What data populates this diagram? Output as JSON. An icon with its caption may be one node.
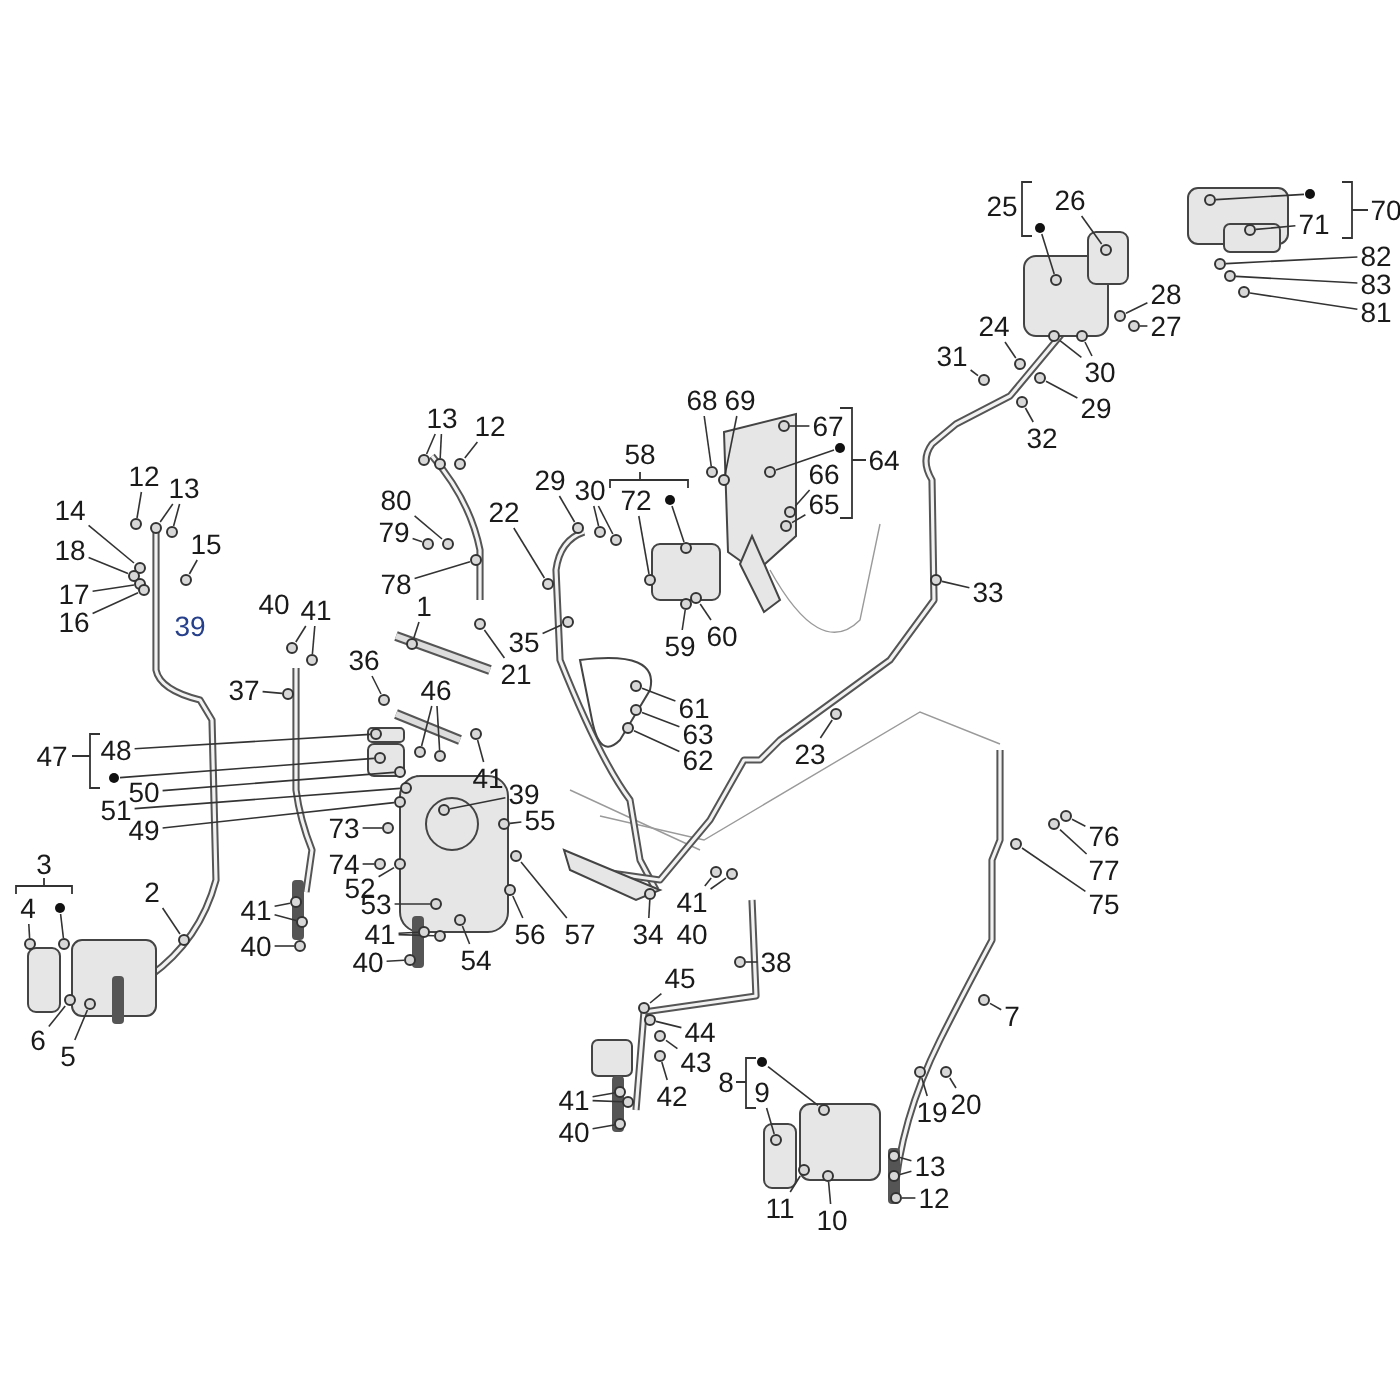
{
  "diagram": {
    "nodes": [
      {
        "text": [
          "12"
        ]
      },
      {
        "text": [
          "13"
        ]
      },
      {
        "text": [
          "14"
        ]
      },
      {
        "text": [
          "15"
        ]
      },
      {
        "text": [
          "18"
        ]
      },
      {
        "text": [
          "17"
        ]
      },
      {
        "text": [
          "16"
        ]
      },
      {
        "text": [
          "41"
        ]
      },
      {
        "text": [
          "1"
        ]
      },
      {
        "text": [
          "37"
        ]
      },
      {
        "text": [
          "36"
        ]
      },
      {
        "text": [
          "46"
        ]
      },
      {
        "text": [
          "47"
        ]
      },
      {
        "text": [
          "48"
        ]
      },
      {
        "text": [],
        "shape": "circle"
      },
      {
        "text": [
          "50"
        ]
      },
      {
        "text": [
          "51"
        ]
      },
      {
        "text": [
          "49"
        ]
      },
      {
        "text": [
          "73"
        ]
      },
      {
        "text": [
          "74"
        ]
      },
      {
        "text": [
          "52"
        ]
      },
      {
        "text": [
          "3"
        ]
      },
      {
        "text": [
          "4"
        ]
      },
      {
        "text": [],
        "shape": "circle"
      },
      {
        "text": [
          "2"
        ]
      },
      {
        "text": [
          "6"
        ]
      },
      {
        "text": [
          "5"
        ]
      },
      {
        "text": [
          "41"
        ]
      },
      {
        "text": [
          "40"
        ]
      },
      {
        "text": [
          "53"
        ]
      },
      {
        "text": [
          "41"
        ]
      },
      {
        "text": [
          "40"
        ]
      },
      {
        "text": [
          "54"
        ]
      },
      {
        "text": [
          "56"
        ]
      },
      {
        "text": [
          "57"
        ]
      },
      {
        "text": [
          "55"
        ]
      },
      {
        "text": [
          "39"
        ]
      },
      {
        "text": [
          "41"
        ]
      },
      {
        "text": [
          "13"
        ]
      },
      {
        "text": [
          "12"
        ]
      },
      {
        "text": [
          "80"
        ]
      },
      {
        "text": [
          "79"
        ]
      },
      {
        "text": [
          "78"
        ]
      },
      {
        "text": [
          "22"
        ]
      },
      {
        "text": [
          "29"
        ]
      },
      {
        "text": [
          "30"
        ]
      },
      {
        "text": [
          "35"
        ]
      },
      {
        "text": [
          "21"
        ]
      },
      {
        "text": [
          "58"
        ]
      },
      {
        "text": [
          "72"
        ]
      },
      {
        "text": [],
        "shape": "circle"
      },
      {
        "text": [
          "59"
        ]
      },
      {
        "text": [
          "60"
        ]
      },
      {
        "text": [
          "61"
        ]
      },
      {
        "text": [
          "63"
        ]
      },
      {
        "text": [
          "62"
        ]
      },
      {
        "text": [
          "68"
        ]
      },
      {
        "text": [
          "69"
        ]
      },
      {
        "text": [
          "67"
        ]
      },
      {
        "text": [],
        "shape": "circle"
      },
      {
        "text": [
          "66"
        ]
      },
      {
        "text": [
          "65"
        ]
      },
      {
        "text": [
          "64"
        ]
      },
      {
        "text": [
          "25"
        ]
      },
      {
        "text": [
          "26"
        ]
      },
      {
        "text": [],
        "shape": "circle"
      },
      {
        "text": [],
        "shape": "circle"
      },
      {
        "text": [
          "71"
        ]
      },
      {
        "text": [
          "70"
        ]
      },
      {
        "text": [
          "82"
        ]
      },
      {
        "text": [
          "83"
        ]
      },
      {
        "text": [
          "81"
        ]
      },
      {
        "text": [
          "28"
        ]
      },
      {
        "text": [
          "27"
        ]
      },
      {
        "text": [
          "24"
        ]
      },
      {
        "text": [
          "31"
        ]
      },
      {
        "text": [
          "30"
        ]
      },
      {
        "text": [
          "29"
        ]
      },
      {
        "text": [
          "32"
        ]
      },
      {
        "text": [
          "33"
        ]
      },
      {
        "text": [
          "23"
        ]
      },
      {
        "text": [
          "34"
        ]
      },
      {
        "text": [
          "41"
        ]
      },
      {
        "text": [
          "38"
        ]
      },
      {
        "text": [
          "45"
        ]
      },
      {
        "text": [
          "44"
        ]
      },
      {
        "text": [
          "43"
        ]
      },
      {
        "text": [
          "42"
        ]
      },
      {
        "text": [
          "41"
        ]
      },
      {
        "text": [
          "40"
        ]
      },
      {
        "text": [
          "8"
        ]
      },
      {
        "text": [],
        "shape": "circle"
      },
      {
        "text": [
          "9"
        ]
      },
      {
        "text": [
          "11"
        ]
      },
      {
        "text": [
          "10"
        ]
      },
      {
        "text": [
          "7"
        ]
      },
      {
        "text": [
          "19"
        ]
      },
      {
        "text": [
          "20"
        ]
      },
      {
        "text": [
          "13"
        ]
      },
      {
        "text": [
          "12"
        ]
      },
      {
        "text": [
          "76"
        ]
      },
      {
        "text": [
          "77"
        ]
      },
      {
        "text": [
          "75"
        ]
      },
      {
        "text": [],
        "shape": "circle"
      },
      {
        "text": [],
        "shape": "circle"
      },
      {
        "text": [],
        "shape": "circle"
      },
      {
        "text": [],
        "shape": "circle"
      },
      {
        "text": [],
        "shape": "circle"
      },
      {
        "text": [],
        "shape": "circle"
      },
      {
        "text": [],
        "shape": "circle"
      },
      {
        "text": [],
        "shape": "circle"
      },
      {
        "text": [],
        "shape": "circle"
      },
      {
        "text": [],
        "shape": "circle"
      },
      {
        "text": [],
        "shape": "circle"
      },
      {
        "text": [],
        "shape": "circle"
      },
      {
        "text": [],
        "shape": "circle"
      },
      {
        "text": [],
        "shape": "circle"
      },
      {
        "text": [],
        "shape": "circle"
      },
      {
        "text": [],
        "shape": "circle"
      },
      {
        "text": [],
        "shape": "circle"
      },
      {
        "text": [],
        "shape": "circle"
      },
      {
        "text": [],
        "shape": "circle"
      },
      {
        "text": [],
        "shape": "circle"
      },
      {
        "text": [],
        "shape": "circle"
      },
      {
        "text": [],
        "shape": "circle"
      },
      {
        "text": [],
        "shape": "circle"
      },
      {
        "text": [],
        "shape": "circle"
      },
      {
        "text": [],
        "shape": "circle"
      },
      {
        "text": [],
        "shape": "circle"
      },
      {
        "text": [],
        "shape": "circle"
      },
      {
        "text": [],
        "shape": "circle"
      },
      {
        "text": [],
        "shape": "circle"
      },
      {
        "text": [],
        "shape": "circle"
      },
      {
        "text": [],
        "shape": "circle"
      },
      {
        "text": [],
        "shape": "circle"
      },
      {
        "text": [],
        "shape": "circle"
      },
      {
        "text": [],
        "shape": "circle"
      },
      {
        "text": [],
        "shape": "circle"
      },
      {
        "text": [],
        "shape": "circle"
      },
      {
        "text": [],
        "shape": "circle"
      },
      {
        "text": [],
        "shape": "circle"
      },
      {
        "text": [],
        "shape": "circle"
      },
      {
        "text": [],
        "shape": "circle"
      },
      {
        "text": [],
        "shape": "circle"
      },
      {
        "text": [],
        "shape": "circle"
      },
      {
        "text": [],
        "shape": "circle"
      },
      {
        "text": [],
        "shape": "circle"
      },
      {
        "text": [],
        "shape": "circle"
      },
      {
        "text": [],
        "shape": "circle"
      },
      {
        "text": [],
        "shape": "circle"
      },
      {
        "text": [],
        "shape": "circle"
      },
      {
        "text": [],
        "shape": "circle"
      },
      {
        "text": [],
        "shape": "circle"
      },
      {
        "text": [],
        "shape": "circle"
      },
      {
        "text": [],
        "shape": "circle"
      },
      {
        "text": [],
        "shape": "circle"
      },
      {
        "text": [],
        "shape": "circle"
      },
      {
        "text": [],
        "shape": "circle"
      },
      {
        "text": [],
        "shape": "circle"
      },
      {
        "text": [],
        "shape": "circle"
      },
      {
        "text": [],
        "shape": "circle"
      },
      {
        "text": [],
        "shape": "circle"
      },
      {
        "text": [],
        "shape": "circle"
      },
      {
        "text": [],
        "shape": "circle"
      },
      {
        "text": [],
        "shape": "circle"
      },
      {
        "text": [],
        "shape": "circle"
      },
      {
        "text": [],
        "shape": "circle"
      },
      {
        "text": [],
        "shape": "circle"
      },
      {
        "text": [],
        "shape": "circle"
      },
      {
        "text": [],
        "shape": "circle"
      },
      {
        "text": [],
        "shape": "circle"
      },
      {
        "text": [],
        "shape": "circle"
      },
      {
        "text": [],
        "shape": "circle"
      },
      {
        "text": [],
        "shape": "circle"
      },
      {
        "text": [],
        "shape": "circle"
      },
      {
        "text": [],
        "shape": "circle"
      },
      {
        "text": [],
        "shape": "circle"
      },
      {
        "text": [],
        "shape": "circle"
      },
      {
        "text": [],
        "shape": "circle"
      },
      {
        "text": [],
        "shape": "circle"
      },
      {
        "text": [],
        "shape": "circle"
      },
      {
        "text": [],
        "shape": "circle"
      },
      {
        "text": [],
        "shape": "circle"
      },
      {
        "text": [],
        "shape": "circle"
      },
      {
        "text": [],
        "shape": "circle"
      },
      {
        "text": [],
        "shape": "circle"
      },
      {
        "text": [],
        "shape": "circle"
      },
      {
        "text": [],
        "shape": "circle"
      },
      {
        "text": [],
        "shape": "circle"
      },
      {
        "text": [],
        "shape": "circle"
      },
      {
        "text": [],
        "shape": "circle"
      },
      {
        "text": [],
        "shape": "circle"
      },
      {
        "text": [],
        "shape": "circle"
      },
      {
        "text": [],
        "shape": "circle"
      },
      {
        "text": [],
        "shape": "circle"
      },
      {
        "text": [],
        "shape": "circle"
      },
      {
        "text": [],
        "shape": "circle"
      },
      {
        "text": [],
        "shape": "circle"
      },
      {
        "text": [],
        "shape": "circle"
      },
      {
        "text": [],
        "shape": "circle"
      },
      {
        "text": [],
        "shape": "circle"
      },
      {
        "text": [],
        "shape": "circle"
      },
      {
        "text": [],
        "shape": "circle"
      },
      {
        "text": [],
        "shape": "circle"
      },
      {
        "text": [],
        "shape": "circle"
      },
      {
        "text": [],
        "shape": "circle"
      },
      {
        "text": [],
        "shape": "circle"
      },
      {
        "text": [],
        "shape": "circle"
      },
      {
        "text": [],
        "shape": "circle"
      },
      {
        "text": [],
        "shape": "circle"
      }
    ],
    "edges": [
      {
        "from": 0,
        "to": 103,
        "arrow": "none"
      },
      {
        "from": 1,
        "to": 104,
        "arrow": "none"
      },
      {
        "from": 1,
        "to": 105,
        "arrow": "none"
      },
      {
        "from": 2,
        "to": 106,
        "arrow": "none"
      },
      {
        "from": 3,
        "to": 107,
        "arrow": "none"
      },
      {
        "from": 4,
        "to": 108,
        "arrow": "none"
      },
      {
        "from": 5,
        "to": 109,
        "arrow": "none"
      },
      {
        "from": 6,
        "to": 110,
        "arrow": "none"
      },
      {
        "from": 7,
        "to": 111,
        "arrow": "none"
      },
      {
        "from": 7,
        "to": 112,
        "arrow": "none"
      },
      {
        "from": 8,
        "to": 113,
        "arrow": "none"
      },
      {
        "from": 9,
        "to": 114,
        "arrow": "none"
      },
      {
        "from": 10,
        "to": 115,
        "arrow": "none"
      },
      {
        "from": 11,
        "to": 116,
        "arrow": "none"
      },
      {
        "from": 11,
        "to": 117,
        "arrow": "none"
      },
      {
        "from": 13,
        "to": 118,
        "arrow": "none"
      },
      {
        "from": 14,
        "to": 119,
        "arrow": "none"
      },
      {
        "from": 15,
        "to": 120,
        "arrow": "none"
      },
      {
        "from": 16,
        "to": 121,
        "arrow": "none"
      },
      {
        "from": 17,
        "to": 122,
        "arrow": "none"
      },
      {
        "from": 18,
        "to": 123,
        "arrow": "none"
      },
      {
        "from": 19,
        "to": 124,
        "arrow": "none"
      },
      {
        "from": 20,
        "to": 125,
        "arrow": "none"
      },
      {
        "from": 22,
        "to": 126,
        "arrow": "none"
      },
      {
        "from": 23,
        "to": 127,
        "arrow": "none"
      },
      {
        "from": 24,
        "to": 128,
        "arrow": "none"
      },
      {
        "from": 25,
        "to": 129,
        "arrow": "none"
      },
      {
        "from": 26,
        "to": 130,
        "arrow": "none"
      },
      {
        "from": 27,
        "to": 131,
        "arrow": "none"
      },
      {
        "from": 27,
        "to": 132,
        "arrow": "none"
      },
      {
        "from": 28,
        "to": 133,
        "arrow": "none"
      },
      {
        "from": 29,
        "to": 134,
        "arrow": "none"
      },
      {
        "from": 30,
        "to": 135,
        "arrow": "none"
      },
      {
        "from": 30,
        "to": 136,
        "arrow": "none"
      },
      {
        "from": 31,
        "to": 137,
        "arrow": "none"
      },
      {
        "from": 32,
        "to": 138,
        "arrow": "none"
      },
      {
        "from": 33,
        "to": 139,
        "arrow": "none"
      },
      {
        "from": 34,
        "to": 140,
        "arrow": "none"
      },
      {
        "from": 35,
        "to": 141,
        "arrow": "none"
      },
      {
        "from": 36,
        "to": 142,
        "arrow": "none"
      },
      {
        "from": 37,
        "to": 143,
        "arrow": "none"
      },
      {
        "from": 38,
        "to": 144,
        "arrow": "none"
      },
      {
        "from": 38,
        "to": 145,
        "arrow": "none"
      },
      {
        "from": 39,
        "to": 146,
        "arrow": "none"
      },
      {
        "from": 40,
        "to": 147,
        "arrow": "none"
      },
      {
        "from": 41,
        "to": 148,
        "arrow": "none"
      },
      {
        "from": 42,
        "to": 149,
        "arrow": "none"
      },
      {
        "from": 43,
        "to": 150,
        "arrow": "none"
      },
      {
        "from": 44,
        "to": 151,
        "arrow": "none"
      },
      {
        "from": 45,
        "to": 152,
        "arrow": "none"
      },
      {
        "from": 45,
        "to": 153,
        "arrow": "none"
      },
      {
        "from": 46,
        "to": 154,
        "arrow": "none"
      },
      {
        "from": 47,
        "to": 155,
        "arrow": "none"
      },
      {
        "from": 49,
        "to": 156,
        "arrow": "none"
      },
      {
        "from": 50,
        "to": 157,
        "arrow": "none"
      },
      {
        "from": 51,
        "to": 158,
        "arrow": "none"
      },
      {
        "from": 52,
        "to": 159,
        "arrow": "none"
      },
      {
        "from": 53,
        "to": 160,
        "arrow": "none"
      },
      {
        "from": 54,
        "to": 161,
        "arrow": "none"
      },
      {
        "from": 55,
        "to": 162,
        "arrow": "none"
      },
      {
        "from": 56,
        "to": 163,
        "arrow": "none"
      },
      {
        "from": 57,
        "to": 164,
        "arrow": "none"
      },
      {
        "from": 58,
        "to": 165,
        "arrow": "none"
      },
      {
        "from": 59,
        "to": 166,
        "arrow": "none"
      },
      {
        "from": 60,
        "to": 167,
        "arrow": "none"
      },
      {
        "from": 61,
        "to": 168,
        "arrow": "none"
      },
      {
        "from": 64,
        "to": 169,
        "arrow": "none"
      },
      {
        "from": 65,
        "to": 170,
        "arrow": "none"
      },
      {
        "from": 66,
        "to": 171,
        "arrow": "none"
      },
      {
        "from": 67,
        "to": 172,
        "arrow": "none"
      },
      {
        "from": 69,
        "to": 173,
        "arrow": "none"
      },
      {
        "from": 70,
        "to": 174,
        "arrow": "none"
      },
      {
        "from": 71,
        "to": 175,
        "arrow": "none"
      },
      {
        "from": 72,
        "to": 176,
        "arrow": "none"
      },
      {
        "from": 73,
        "to": 177,
        "arrow": "none"
      },
      {
        "from": 74,
        "to": 178,
        "arrow": "none"
      },
      {
        "from": 75,
        "to": 179,
        "arrow": "none"
      },
      {
        "from": 76,
        "to": 180,
        "arrow": "none"
      },
      {
        "from": 76,
        "to": 181,
        "arrow": "none"
      },
      {
        "from": 77,
        "to": 182,
        "arrow": "none"
      },
      {
        "from": 78,
        "to": 183,
        "arrow": "none"
      },
      {
        "from": 79,
        "to": 184,
        "arrow": "none"
      },
      {
        "from": 80,
        "to": 185,
        "arrow": "none"
      },
      {
        "from": 81,
        "to": 186,
        "arrow": "none"
      },
      {
        "from": 82,
        "to": 187,
        "arrow": "none"
      },
      {
        "from": 82,
        "to": 188,
        "arrow": "none"
      },
      {
        "from": 83,
        "to": 189,
        "arrow": "none"
      },
      {
        "from": 84,
        "to": 190,
        "arrow": "none"
      },
      {
        "from": 85,
        "to": 191,
        "arrow": "none"
      },
      {
        "from": 86,
        "to": 192,
        "arrow": "none"
      },
      {
        "from": 87,
        "to": 193,
        "arrow": "none"
      },
      {
        "from": 88,
        "to": 194,
        "arrow": "none"
      },
      {
        "from": 88,
        "to": 195,
        "arrow": "none"
      },
      {
        "from": 89,
        "to": 196,
        "arrow": "none"
      },
      {
        "from": 91,
        "to": 197,
        "arrow": "none"
      },
      {
        "from": 92,
        "to": 198,
        "arrow": "none"
      },
      {
        "from": 93,
        "to": 199,
        "arrow": "none"
      },
      {
        "from": 94,
        "to": 200,
        "arrow": "none"
      },
      {
        "from": 95,
        "to": 201,
        "arrow": "none"
      },
      {
        "from": 96,
        "to": 202,
        "arrow": "none"
      },
      {
        "from": 97,
        "to": 203,
        "arrow": "none"
      },
      {
        "from": 98,
        "to": 204,
        "arrow": "none"
      },
      {
        "from": 98,
        "to": 205,
        "arrow": "none"
      },
      {
        "from": 99,
        "to": 206,
        "arrow": "none"
      },
      {
        "from": 100,
        "to": 207,
        "arrow": "none"
      },
      {
        "from": 101,
        "to": 208,
        "arrow": "none"
      },
      {
        "from": 102,
        "to": 209,
        "arrow": "none"
      }
    ],
    "labels": [
      "39",
      "40",
      "40"
    ]
  }
}
